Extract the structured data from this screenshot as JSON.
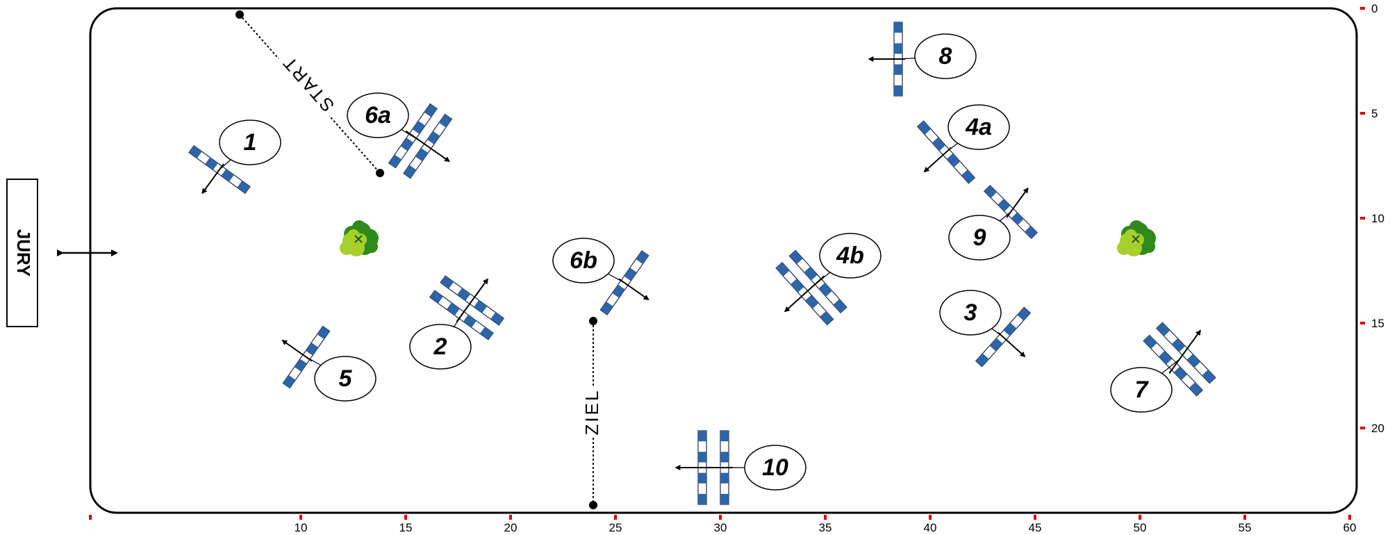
{
  "colors": {
    "pole": "#2e64a8",
    "stroke": "#000000",
    "tick": "#e00000",
    "tree_dark": "#2f8a1b",
    "tree_light": "#a6cf2d"
  },
  "jury": {
    "label": "JURY"
  },
  "scale": {
    "x_ticks": [
      "10",
      "15",
      "20",
      "25",
      "30",
      "35",
      "40",
      "45",
      "50",
      "55",
      "60"
    ],
    "y_ticks": [
      "0",
      "5",
      "10",
      "15",
      "20"
    ]
  },
  "start": {
    "label": "START"
  },
  "finish": {
    "label": "ZIEL"
  },
  "obstacles": [
    {
      "label": "1",
      "type": "vertical"
    },
    {
      "label": "2",
      "type": "oxer"
    },
    {
      "label": "3",
      "type": "vertical"
    },
    {
      "label": "4a",
      "type": "oxer"
    },
    {
      "label": "4b",
      "type": "oxer"
    },
    {
      "label": "5",
      "type": "vertical"
    },
    {
      "label": "6a",
      "type": "oxer"
    },
    {
      "label": "6b",
      "type": "vertical"
    },
    {
      "label": "7",
      "type": "oxer"
    },
    {
      "label": "8",
      "type": "vertical"
    },
    {
      "label": "9",
      "type": "vertical"
    },
    {
      "label": "10",
      "type": "oxer"
    }
  ],
  "trees": [
    {
      "name": "tree-left"
    },
    {
      "name": "tree-right"
    }
  ]
}
